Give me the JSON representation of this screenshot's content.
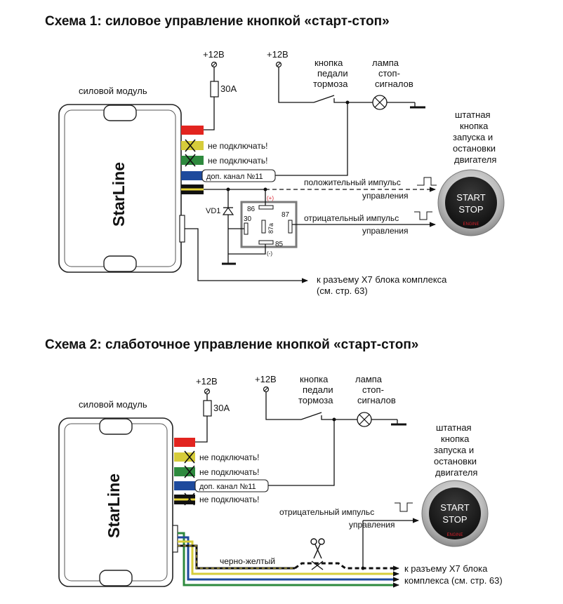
{
  "scheme1": {
    "title": "Схема 1:  силовое  управление кнопкой «старт-стоп»",
    "module_label": "силовой модуль",
    "brand": "StarLine",
    "plus12_left": "+12В",
    "fuse": "30А",
    "plus12_right": "+12В",
    "brake_button": [
      "кнопка",
      "педали",
      "тормоза"
    ],
    "brake_lamp": [
      "лампа",
      "стоп-",
      "сигналов"
    ],
    "stock_button": [
      "штатная",
      "кнопка",
      "запуска и",
      "остановки",
      "двигателя"
    ],
    "wire_notes": [
      "не подключать!",
      "не подключать!"
    ],
    "aux_channel": "доп. канал №11",
    "positive_pulse": [
      "положительный импульс",
      "управления"
    ],
    "negative_pulse": [
      "отрицательный импульс",
      "управления"
    ],
    "diode": "VD1",
    "relay_pins": {
      "p86": "86",
      "p30": "30",
      "p87a": "87а",
      "p87": "87",
      "p85": "85"
    },
    "relay_plus": "(+)",
    "relay_minus": "(-)",
    "x7_connector": [
      "к разъему Х7 блока комплекса",
      "(см. стр. 63)"
    ],
    "start_stop": {
      "line1": "START",
      "line2": "STOP",
      "ring": "ENGINE"
    }
  },
  "scheme2": {
    "title": "Схема 2:  слаботочное управление кнопкой «старт-стоп»",
    "module_label": "силовой модуль",
    "brand": "StarLine",
    "plus12_left": "+12В",
    "fuse": "30А",
    "plus12_right": "+12В",
    "brake_button": [
      "кнопка",
      "педали",
      "тормоза"
    ],
    "brake_lamp": [
      "лампа",
      "стоп-",
      "сигналов"
    ],
    "stock_button": [
      "штатная",
      "кнопка",
      "запуска и",
      "остановки",
      "двигателя"
    ],
    "wire_notes": [
      "не подключать!",
      "не подключать!",
      "не подключать!"
    ],
    "aux_channel": "доп. канал №11",
    "negative_pulse": [
      "отрицательный импульс",
      "управления"
    ],
    "black_yellow": "черно-желтый",
    "x7_connector": [
      "к разъему Х7 блока",
      "комплекса (см. стр. 63)"
    ],
    "start_stop": {
      "line1": "START",
      "line2": "STOP",
      "ring": "ENGINE"
    }
  },
  "colors": {
    "red": "#e2241f",
    "yellow": "#d6cc3a",
    "green": "#2e8a3e",
    "blue": "#1e4a9c",
    "black": "#111111",
    "relay_gray": "#7a7a7a"
  }
}
